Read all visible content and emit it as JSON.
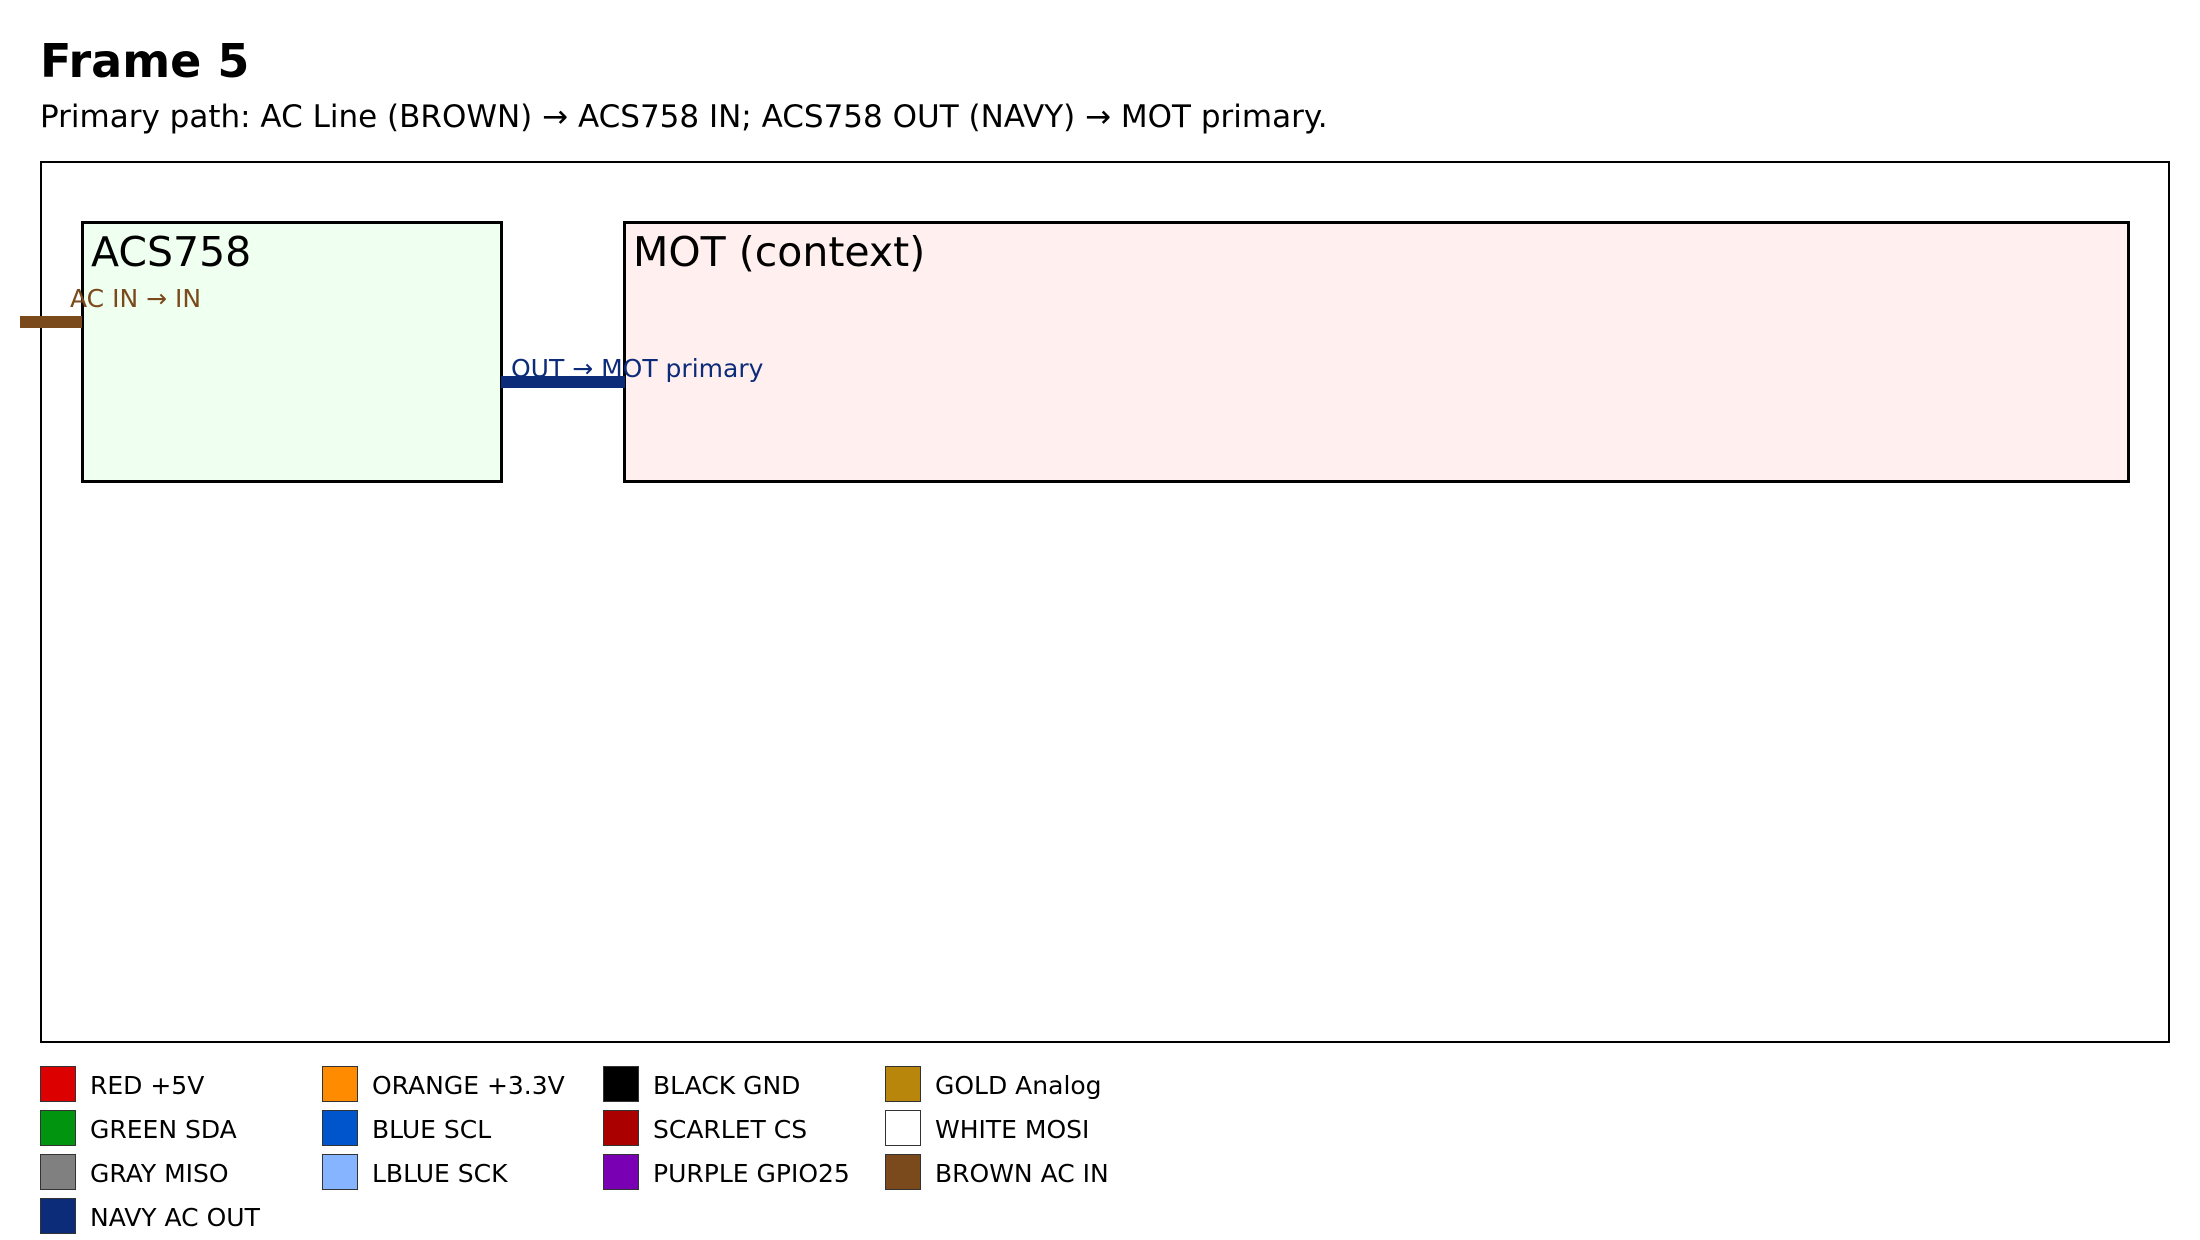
{
  "title": "Frame 5",
  "subtitle": "Primary path: AC Line (BROWN) → ACS758 IN; ACS758 OUT (NAVY) → MOT primary.",
  "components": {
    "acs758": {
      "label": "ACS758",
      "fill": "#effff0"
    },
    "mot": {
      "label": "MOT (context)",
      "fill": "#fff0ef"
    }
  },
  "wires": {
    "ac_in": {
      "label": "AC IN → IN",
      "color": "#7a4a1c"
    },
    "ac_out": {
      "label": "OUT → MOT primary",
      "color": "#0c2c7a"
    }
  },
  "legend": [
    {
      "label": "RED +5V",
      "color": "#dd0000"
    },
    {
      "label": "GREEN SDA",
      "color": "#00940f"
    },
    {
      "label": "GRAY MISO",
      "color": "#808080"
    },
    {
      "label": "NAVY AC OUT",
      "color": "#0c2c7a"
    },
    {
      "label": "ORANGE +3.3V",
      "color": "#ff8c00"
    },
    {
      "label": "BLUE SCL",
      "color": "#0055cc"
    },
    {
      "label": "LBLUE SCK",
      "color": "#87b4ff"
    },
    {
      "label": "BLACK GND",
      "color": "#000000"
    },
    {
      "label": "SCARLET CS",
      "color": "#aa0000"
    },
    {
      "label": "PURPLE GPIO25",
      "color": "#7a00b4"
    },
    {
      "label": "GOLD Analog",
      "color": "#b8860b"
    },
    {
      "label": "WHITE MOSI",
      "color": "#ffffff"
    },
    {
      "label": "BROWN AC IN",
      "color": "#7a4a1c"
    }
  ]
}
